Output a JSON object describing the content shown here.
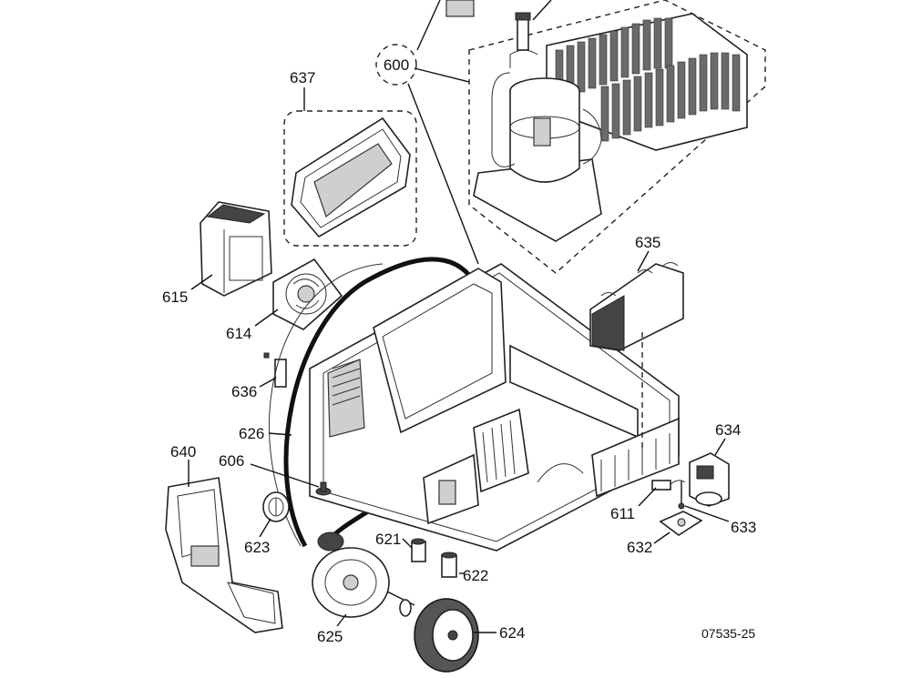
{
  "diagram": {
    "drawing_code": "07535-25",
    "callouts": {
      "p600": "600",
      "p637": "637",
      "p635": "635",
      "p615": "615",
      "p614": "614",
      "p636": "636",
      "p626": "626",
      "p640": "640",
      "p606": "606",
      "p623": "623",
      "p634": "634",
      "p611": "611",
      "p633": "633",
      "p632": "632",
      "p621": "621",
      "p622": "622",
      "p625": "625",
      "p624": "624"
    }
  }
}
